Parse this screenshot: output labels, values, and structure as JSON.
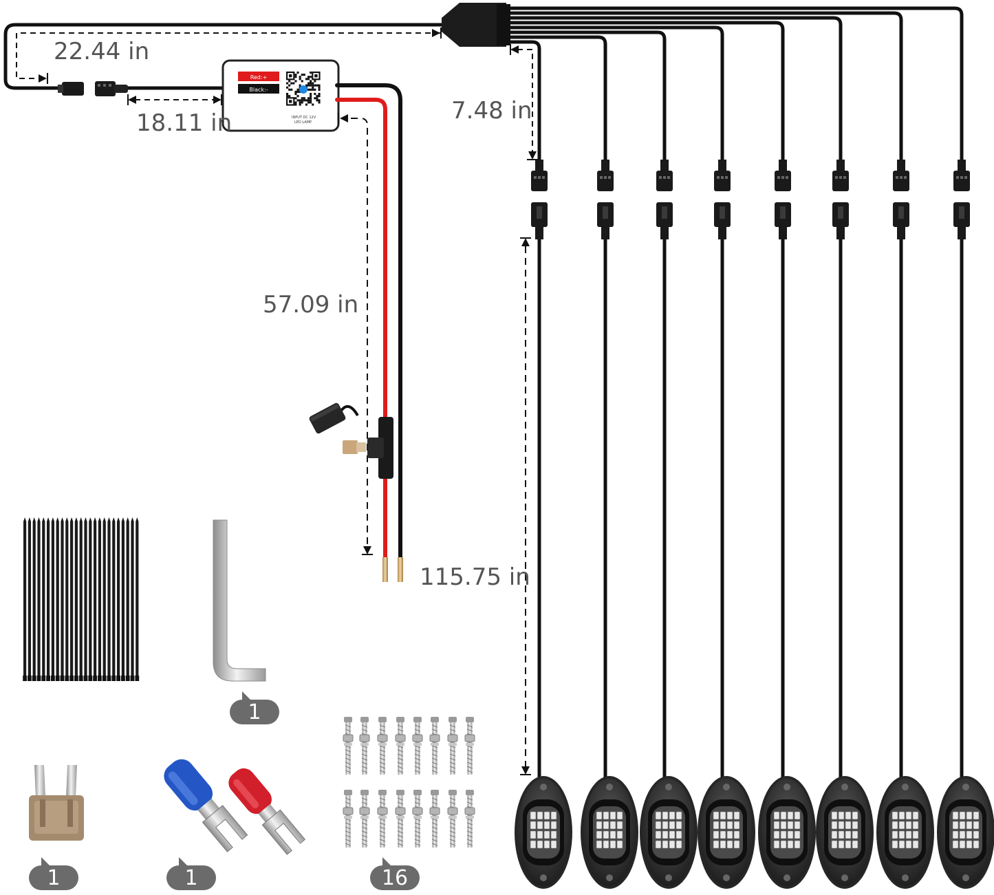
{
  "dimensions": {
    "main_cable": "22.44 in",
    "controller_lead": "18.11 in",
    "power_lead": "57.09 in",
    "branch_lead": "7.48 in",
    "pod_cable": "115.75 in"
  },
  "controller": {
    "red_label": "Red:+",
    "black_label": "Black:-",
    "input_text": "INPUT DC 12V",
    "lamp_text": "LED LAMP"
  },
  "accessories": {
    "hex_key_count": "1",
    "fuse_count": "1",
    "terminal_count": "1",
    "screw_count": "16"
  },
  "colors": {
    "cable": "#111111",
    "positive_wire": "#e01b1b",
    "badge": "#6b6b6b",
    "dimension_text": "#555555"
  },
  "light_pods": {
    "count": 8
  }
}
